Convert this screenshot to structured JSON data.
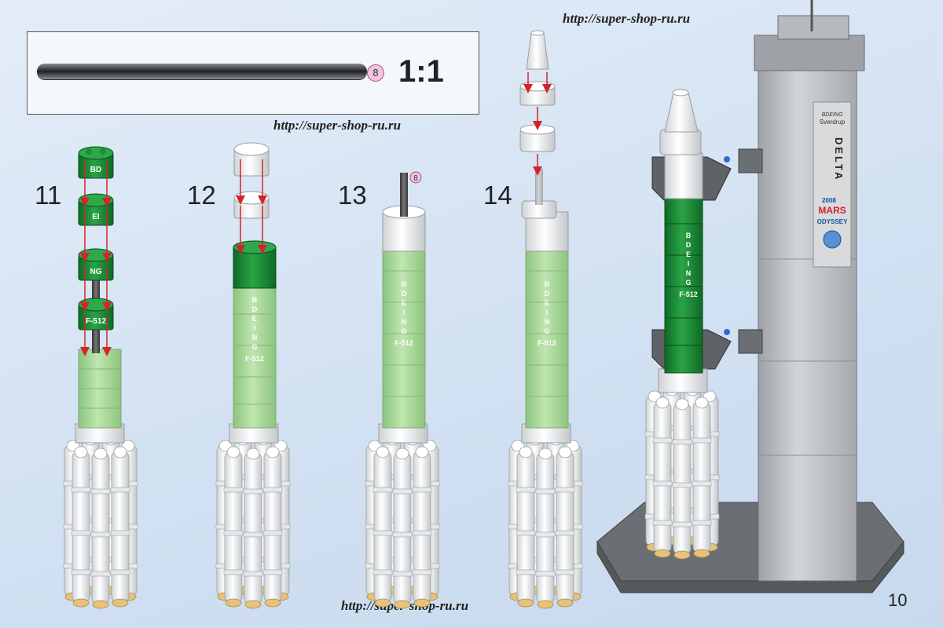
{
  "watermarks": {
    "top": "http://super-shop-ru.ru",
    "middle": "http://super-shop-ru.ru",
    "bottom": "http://super-shop-ru.ru"
  },
  "parts_box": {
    "quantity": "8",
    "scale": "1:1"
  },
  "steps": [
    {
      "number": "11"
    },
    {
      "number": "12"
    },
    {
      "number": "13",
      "part_badge": "8"
    },
    {
      "number": "14"
    }
  ],
  "rocket_decal": {
    "letters": [
      "B",
      "D",
      "E",
      "I",
      "N",
      "G"
    ],
    "model": "F-512",
    "step11_labels": [
      "BD",
      "EI",
      "NG",
      "F-512"
    ]
  },
  "tower_decal": {
    "brand": "BDEING",
    "maker": "Sverdrup",
    "name": "DELTA",
    "mission_year": "2008",
    "mission_line1": "MARS",
    "mission_line2": "ODYSSEY"
  },
  "page_number": "10",
  "colors": {
    "rocket_green": "#1f8c38",
    "rocket_green_light": "#a8d89a",
    "tower_gray": "#b7babd",
    "arrow_red": "#d3242b",
    "background": "#d9e6f5"
  }
}
